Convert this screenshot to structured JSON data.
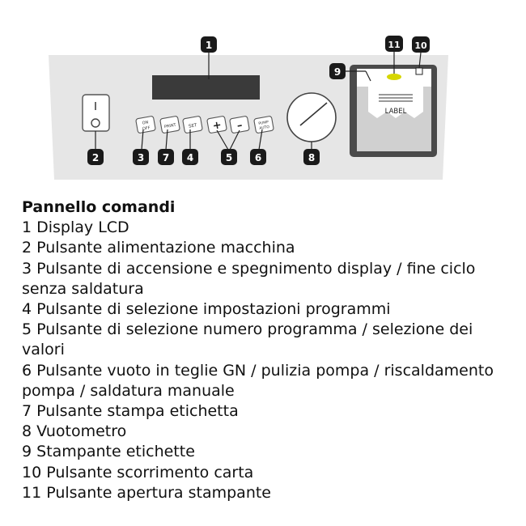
{
  "diagram": {
    "callouts": [
      {
        "id": "1",
        "label": "1"
      },
      {
        "id": "2",
        "label": "2"
      },
      {
        "id": "3",
        "label": "3"
      },
      {
        "id": "7",
        "label": "7"
      },
      {
        "id": "4",
        "label": "4"
      },
      {
        "id": "5",
        "label": "5"
      },
      {
        "id": "6",
        "label": "6"
      },
      {
        "id": "8",
        "label": "8"
      },
      {
        "id": "9",
        "label": "9"
      },
      {
        "id": "11",
        "label": "11"
      },
      {
        "id": "10",
        "label": "10"
      }
    ],
    "keys": {
      "onoff_top": "ON",
      "onoff_bottom": "OFF",
      "print": "PRINT",
      "set": "SET",
      "plus": "+",
      "minus": "–",
      "pump_top": "PUMP",
      "pump_bottom": "AUTO"
    },
    "printer_label": "LABEL",
    "colors": {
      "panel": "#e6e6e6",
      "callout": "#1a1a1a",
      "printer_led": "#d6d600"
    }
  },
  "legend": {
    "title": "Pannello comandi",
    "items": [
      "1 Display LCD",
      "2 Pulsante alimentazione macchina",
      "3 Pulsante di accensione e spegnimento display / fine ciclo senza saldatura",
      "4 Pulsante di selezione impostazioni programmi",
      "5 Pulsante di selezione numero programma / selezione dei valori",
      "6 Pulsante vuoto in teglie GN / pulizia pompa / riscaldamento pompa / saldatura manuale",
      "7 Pulsante stampa etichetta",
      "8 Vuotometro",
      "9 Stampante etichette",
      "10 Pulsante scorrimento carta",
      "11 Pulsante apertura stampante"
    ]
  }
}
